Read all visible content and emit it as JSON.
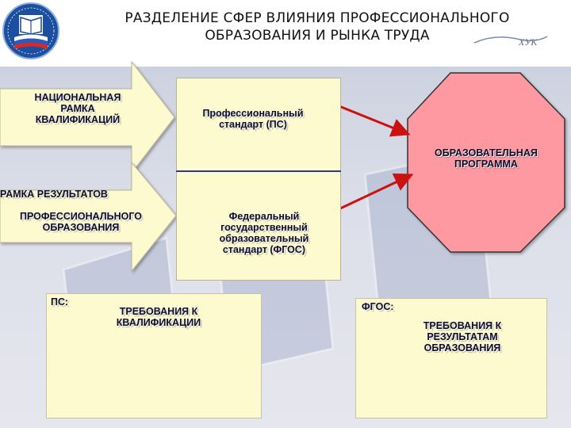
{
  "title": {
    "line1": "РАЗДЕЛЕНИЕ СФЕР ВЛИЯНИЯ ПРОФЕССИОНАЛЬНОГО",
    "line2": "ОБРАЗОВАНИЯ И РЫНКА ТРУДА"
  },
  "brand_mark": "ХУК",
  "arrows": {
    "nqf": [
      "НАЦИОНАЛЬНАЯ",
      "РАМКА",
      "КВАЛИФИКАЦИЙ"
    ],
    "vet_title": "РАМКА РЕЗУЛЬТАТОВ",
    "vet": [
      "ПРОФЕССИОНАЛЬНОГО",
      "ОБРАЗОВАНИЯ"
    ]
  },
  "middle": {
    "ps": [
      "Профессиональный",
      "стандарт (ПС)"
    ],
    "fgos": [
      "Федеральный",
      "государственный",
      "образовательный",
      "стандарт (ФГОС)"
    ]
  },
  "octagon": [
    "ОБРАЗОВАТЕЛЬНАЯ",
    "ПРОГРАММА"
  ],
  "bottom_left": {
    "label": "ПС:",
    "text": [
      "ТРЕБОВАНИЯ К",
      "КВАЛИФИКАЦИИ"
    ]
  },
  "bottom_right": {
    "label": "ФГОС:",
    "text": [
      "ТРЕБОВАНИЯ К",
      "РЕЗУЛЬТАТАМ",
      "ОБРАЗОВАНИЯ"
    ]
  },
  "colors": {
    "box_fill": "#fefad0",
    "octagon_fill": "#ff99a1",
    "connector": "#cc1111",
    "divider": "#2d3a86",
    "logo_blue": "#1c4fa0"
  }
}
